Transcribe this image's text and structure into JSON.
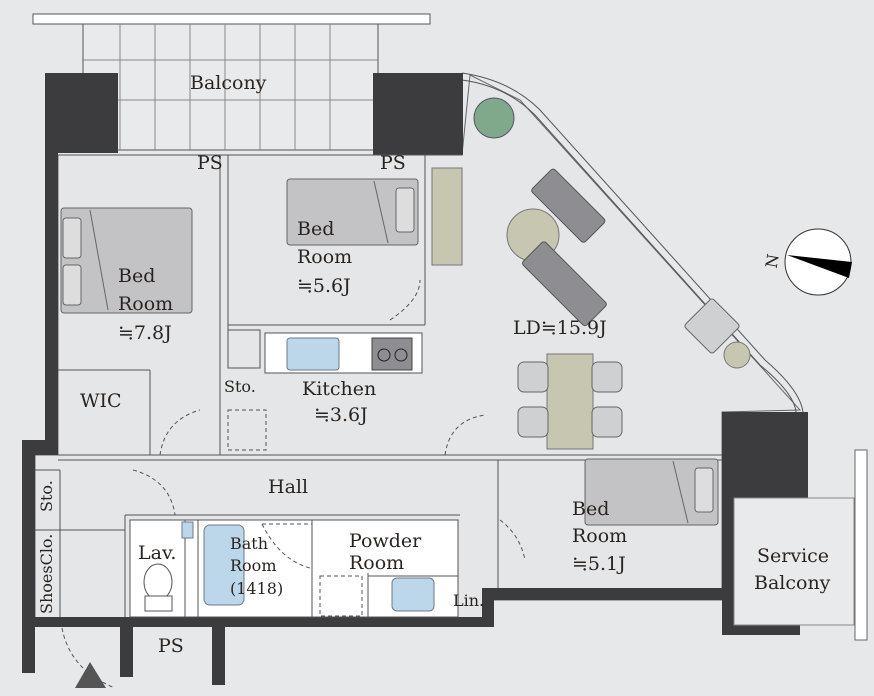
{
  "rooms": {
    "balcony": "Balcony",
    "ps_top_left": "PS",
    "ps_top_right": "PS",
    "bed1": {
      "line1": "Bed",
      "line2": "Room",
      "size": "≒7.8J"
    },
    "bed2": {
      "line1": "Bed",
      "line2": "Room",
      "size": "≒5.6J"
    },
    "ld": "LD≒15.9J",
    "kitchen": {
      "name": "Kitchen",
      "size": "≒3.6J"
    },
    "wic": "WIC",
    "sto_kitchen": "Sto.",
    "hall": "Hall",
    "bed3": {
      "line1": "Bed",
      "line2": "Room",
      "size": "≒5.1J"
    },
    "service_balcony": {
      "line1": "Service",
      "line2": "Balcony"
    },
    "lav": "Lav.",
    "bath": {
      "line1": "Bath",
      "line2": "Room",
      "line3": "(1418)"
    },
    "powder": {
      "line1": "Powder",
      "line2": "Room"
    },
    "lin": "Lin.",
    "sto_entry": "Sto.",
    "shoes_clo": "ShoesClo.",
    "ps_bottom": "PS"
  },
  "compass": {
    "north_label": "N"
  },
  "colors": {
    "wall": "#3c3c3e",
    "background": "#e6e8e9",
    "fixture": "#bcd6ea",
    "plant": "#7fa98a"
  }
}
